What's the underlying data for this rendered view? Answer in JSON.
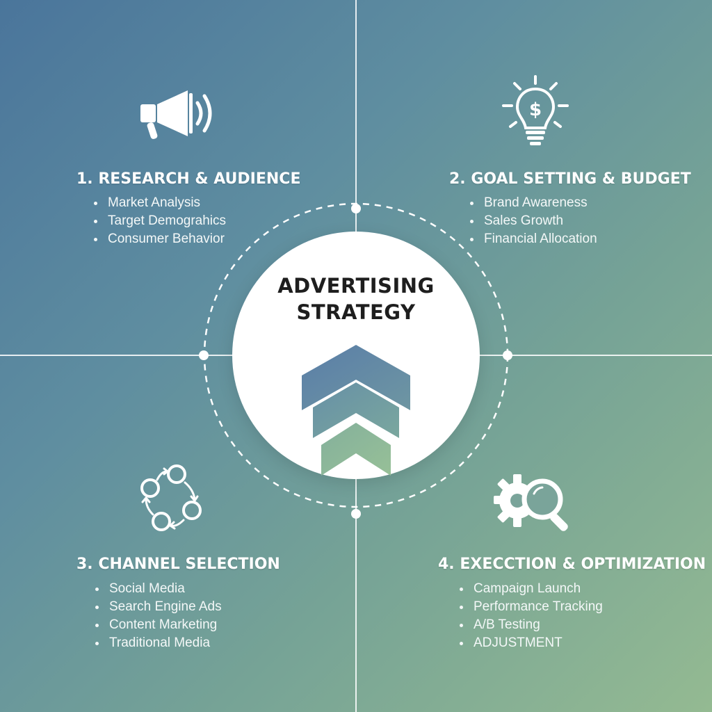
{
  "center": {
    "line1": "ADVERTISING",
    "line2": "STRATEGY",
    "chevron_colors": [
      "#5c80a6",
      "#6f9aa0",
      "#92bd98"
    ]
  },
  "quadrants": [
    {
      "title": "1. RESEARCH & AUDIENCE",
      "icon": "megaphone-icon",
      "items": [
        "Market Analysis",
        "Target Demograhics",
        "Consumer Behavior"
      ]
    },
    {
      "title": "2. GOAL SETTING & BUDGET",
      "icon": "lightbulb-dollar-icon",
      "items": [
        "Brand Awareness",
        "Sales Growth",
        "Financial Allocation"
      ]
    },
    {
      "title": "3. CHANNEL SELECTION",
      "icon": "cycle-icon",
      "items": [
        "Social Media",
        "Search Engine Ads",
        "Content Marketing",
        "Traditional Media"
      ]
    },
    {
      "title": "4. EXECCTION & OPTIMIZATION",
      "icon": "gear-magnifier-icon",
      "items": [
        "Campaign Launch",
        "Performance Tracking",
        "A/B Testing",
        "ADJUSTMENT"
      ]
    }
  ],
  "colors": {
    "background_start": "#4a759b",
    "background_end": "#94ba92",
    "text": "#ffffff",
    "center_text": "#1e1e1e"
  }
}
